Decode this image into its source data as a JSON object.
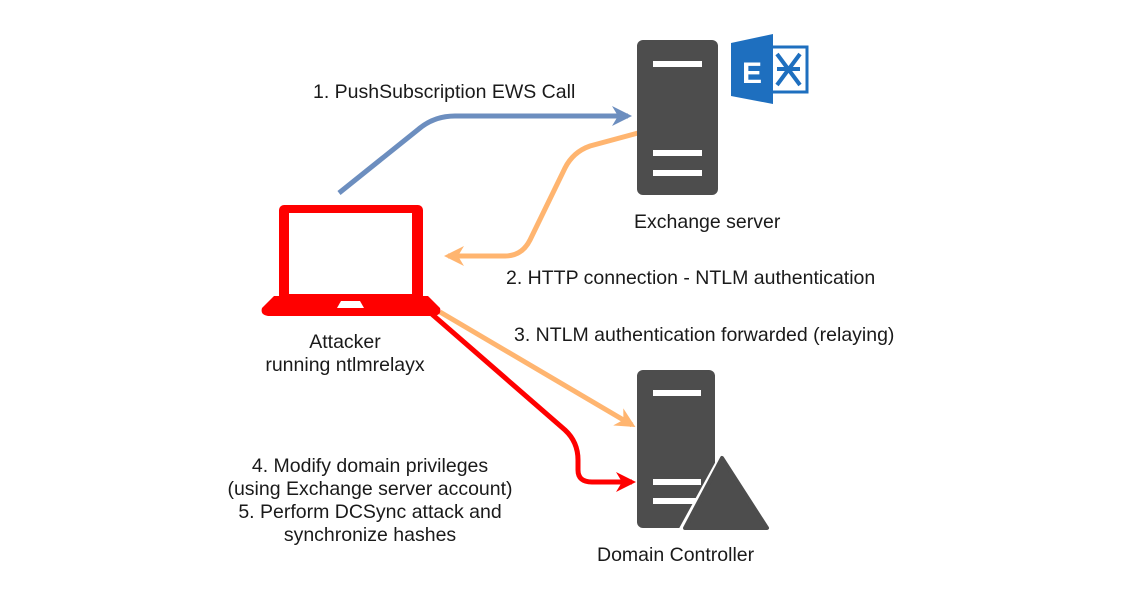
{
  "colors": {
    "server": "#4d4d4d",
    "attacker": "#ff0000",
    "step1_arrow": "#6c8ebf",
    "step2_3_arrow": "#ffb570",
    "step4_5_arrow": "#ff0000",
    "exchange_logo": "#1e6fbf"
  },
  "nodes": {
    "exchange": {
      "label": "Exchange server",
      "logo_letter": "E"
    },
    "attacker": {
      "label_line1": "Attacker",
      "label_line2": "running ntlmrelayx"
    },
    "dc": {
      "label": "Domain Controller"
    }
  },
  "edges": {
    "step1": "1. PushSubscription EWS Call",
    "step2": "2. HTTP connection - NTLM authentication",
    "step3": "3. NTLM authentication forwarded (relaying)",
    "step4_line1": "4. Modify domain privileges",
    "step4_line2": "(using Exchange server account)",
    "step5_line1": "5. Perform DCSync attack and",
    "step5_line2": "synchronize hashes"
  }
}
